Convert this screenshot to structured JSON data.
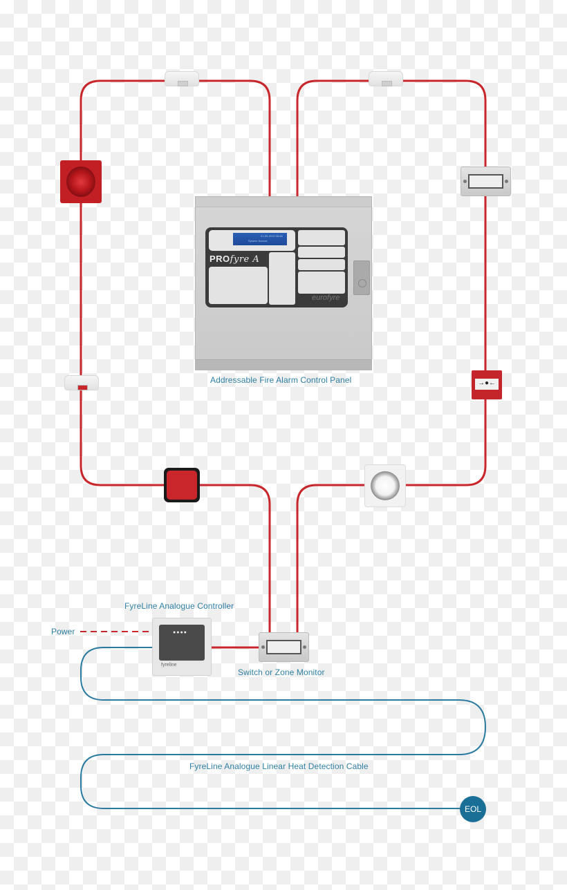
{
  "colors": {
    "loop_wire": "#c8262b",
    "heat_cable": "#2a7aa0",
    "label_text": "#2e7fa3",
    "eol_fill": "#1a6f97",
    "checker_light": "#ffffff",
    "checker_dark": "#efefef"
  },
  "control_panel": {
    "label": "Addressable Fire Alarm Control Panel",
    "brand": "PRO",
    "brand_script": "fyre A",
    "lcd_line1": "01-05-2019 08:48",
    "lcd_line2": "System Normal",
    "logo": "eurofyre",
    "icon": "fire-alarm-control-panel-icon"
  },
  "controller": {
    "label": "FyreLine Analogue Controller",
    "leds": "●●●●",
    "brand": "fyreline",
    "icon": "analogue-controller-icon"
  },
  "zone_monitor": {
    "label": "Switch or Zone Monitor",
    "icon": "zone-monitor-icon"
  },
  "power": {
    "label": "Power"
  },
  "cable": {
    "label": "FyreLine Analogue Linear Heat Detection Cable"
  },
  "eol": {
    "label": "EOL"
  },
  "devices": [
    {
      "type": "smoke-detector",
      "position": "top-left loop"
    },
    {
      "type": "smoke-detector",
      "position": "top-right loop"
    },
    {
      "type": "smoke-detector",
      "position": "left loop"
    },
    {
      "type": "red-sounder",
      "position": "left loop"
    },
    {
      "type": "interface-module",
      "position": "right loop"
    },
    {
      "type": "manual-call-point",
      "position": "right loop",
      "glyph": "→●←"
    },
    {
      "type": "red-beacon",
      "position": "bottom-left loop"
    },
    {
      "type": "white-sounder",
      "position": "bottom-right loop"
    }
  ]
}
